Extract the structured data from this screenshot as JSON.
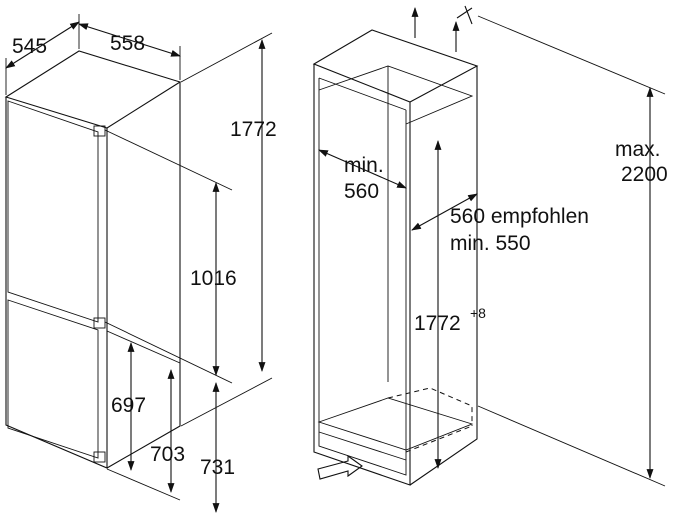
{
  "fridge": {
    "depth": "545",
    "width": "558",
    "height": "1772",
    "door_upper": "1016",
    "door_lower": "697",
    "hinge_703": "703",
    "hinge_731": "731"
  },
  "niche": {
    "width_label_1": "min.",
    "width_label_2": "560",
    "depth_label_1": "560 empfohlen",
    "depth_label_2": "min. 550",
    "height_base": "1772",
    "height_tolerance": "+8",
    "overall_label_1": "max.",
    "overall_label_2": "2200"
  }
}
